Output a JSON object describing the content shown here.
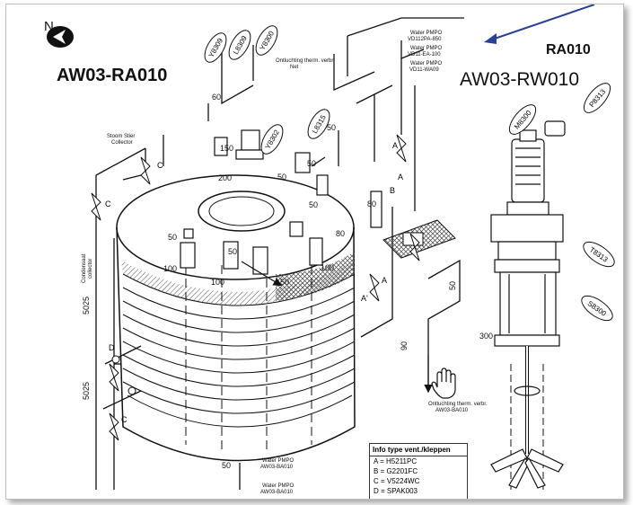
{
  "diagram": {
    "north_label": "N",
    "left_title": "AW03-RA010",
    "right_code": "RA010",
    "right_title": "AW03-RW010",
    "tags": {
      "y8309": "Y8309",
      "l8309": "L8309",
      "y8300": "Y8300",
      "l8315": "L8315",
      "y8302": "Y8302",
      "m8300": "M8300",
      "p8313": "P8313",
      "t8313": "T8313",
      "s8300": "S8300"
    },
    "annotations": {
      "water_top1": "Water PMPO",
      "water_top1_sub": "VD112PA-850",
      "water_top2": "Water PMPO",
      "water_top2_sub": "VD11-EA-100",
      "water_top3": "Water PMPO",
      "water_top3_sub": "VD11-WA09",
      "ontluchting_top": "Ontluchting therm. verbr.",
      "ontluchting_top_sub": "Net",
      "steam": "Stoom Stier",
      "steam_sub": "Collector",
      "condensaat": "Condensaat",
      "condensaat_sub": "collector",
      "ontluchting_right": "Ontluchting therm. verbr.",
      "ontluchting_right_sub": "AW03-BA010",
      "water_bottom1": "Water PMPO",
      "water_bottom1_sub": "AW03-BA010",
      "water_bottom2": "Water PMPO",
      "water_bottom2_sub": "AW03-BA010"
    },
    "dims": {
      "d60": "60",
      "d150": "150",
      "d200": "200",
      "d50a": "50",
      "d50b": "50",
      "d50c": "50",
      "d50d": "50",
      "d80": "80",
      "d80b": "80",
      "d100a": "100",
      "d100b": "100",
      "d100c": "100",
      "d50e": "50",
      "d50f": "50",
      "d50g": "50",
      "d5025a": "5025",
      "d5025b": "5025",
      "d90": "90",
      "d300": "300",
      "d50h": "50",
      "d50i": "50"
    },
    "valve_letters": {
      "a1": "A",
      "a2": "A",
      "a3": "A",
      "a4": "A'",
      "b1": "B",
      "c1": "C",
      "c2": "C",
      "d1": "D",
      "c3": "C"
    },
    "legend": {
      "title": "Info type vent./kleppen",
      "rows": [
        "A = H5211PC",
        "B = G2201FC",
        "C = V5224WC",
        "D = SPAK003"
      ]
    },
    "colors": {
      "ink": "#111111",
      "arrow": "#2a3f9a",
      "hatch": "#444444"
    }
  }
}
